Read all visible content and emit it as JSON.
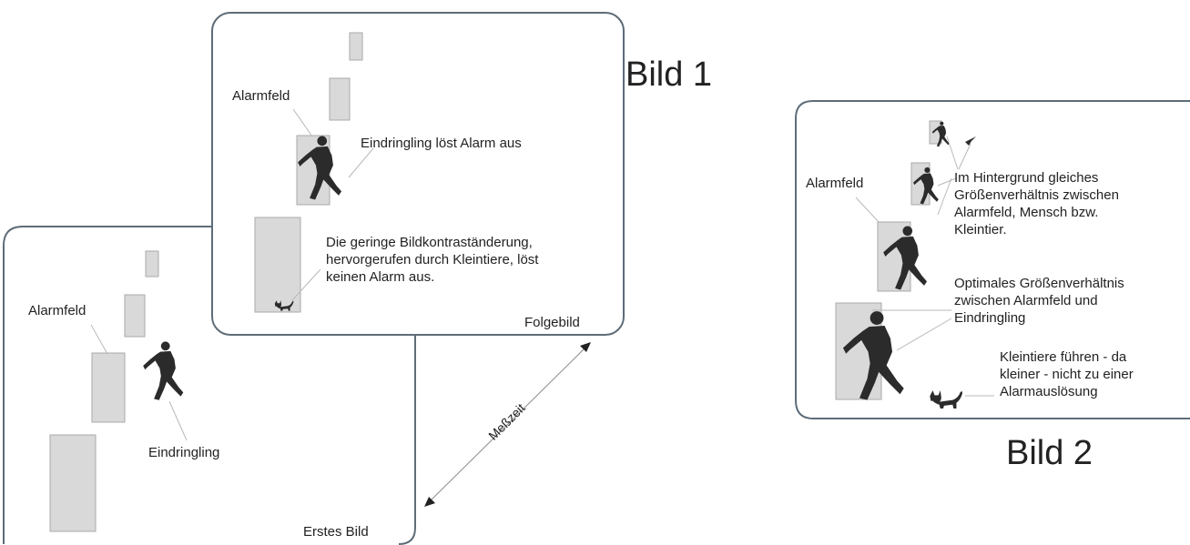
{
  "bild1": {
    "title": "Bild 1",
    "first": {
      "alarmfeld": "Alarmfeld",
      "eindringling": "Eindringling",
      "caption": "Erstes Bild"
    },
    "next": {
      "alarmfeld": "Alarmfeld",
      "eindringling_alarm": "Eindringling löst Alarm aus",
      "contrast_lines": [
        "Die geringe Bildkontraständerung,",
        "hervorgerufen durch Kleintiere, löst",
        "keinen Alarm aus."
      ],
      "caption": "Folgebild"
    },
    "messzeit": "Meßzeit"
  },
  "bild2": {
    "title": "Bild 2",
    "alarmfeld": "Alarmfeld",
    "background_lines": [
      "Im Hintergrund gleiches",
      "Größenverhältnis zwischen",
      "Alarmfeld, Mensch bzw.",
      "Kleintier."
    ],
    "optimal_lines": [
      "Optimales Größenverhältnis",
      "zwischen Alarmfeld und",
      "Eindringling"
    ],
    "animals_lines": [
      "Kleintiere führen - da",
      "kleiner - nicht zu einer",
      "Alarmauslösung"
    ]
  },
  "colors": {
    "frame": "#5e6c78",
    "field": "#d9d9d9",
    "figure": "#2b2b2b"
  },
  "icons": [
    "running-man-icon",
    "cat-icon",
    "bird-icon"
  ]
}
